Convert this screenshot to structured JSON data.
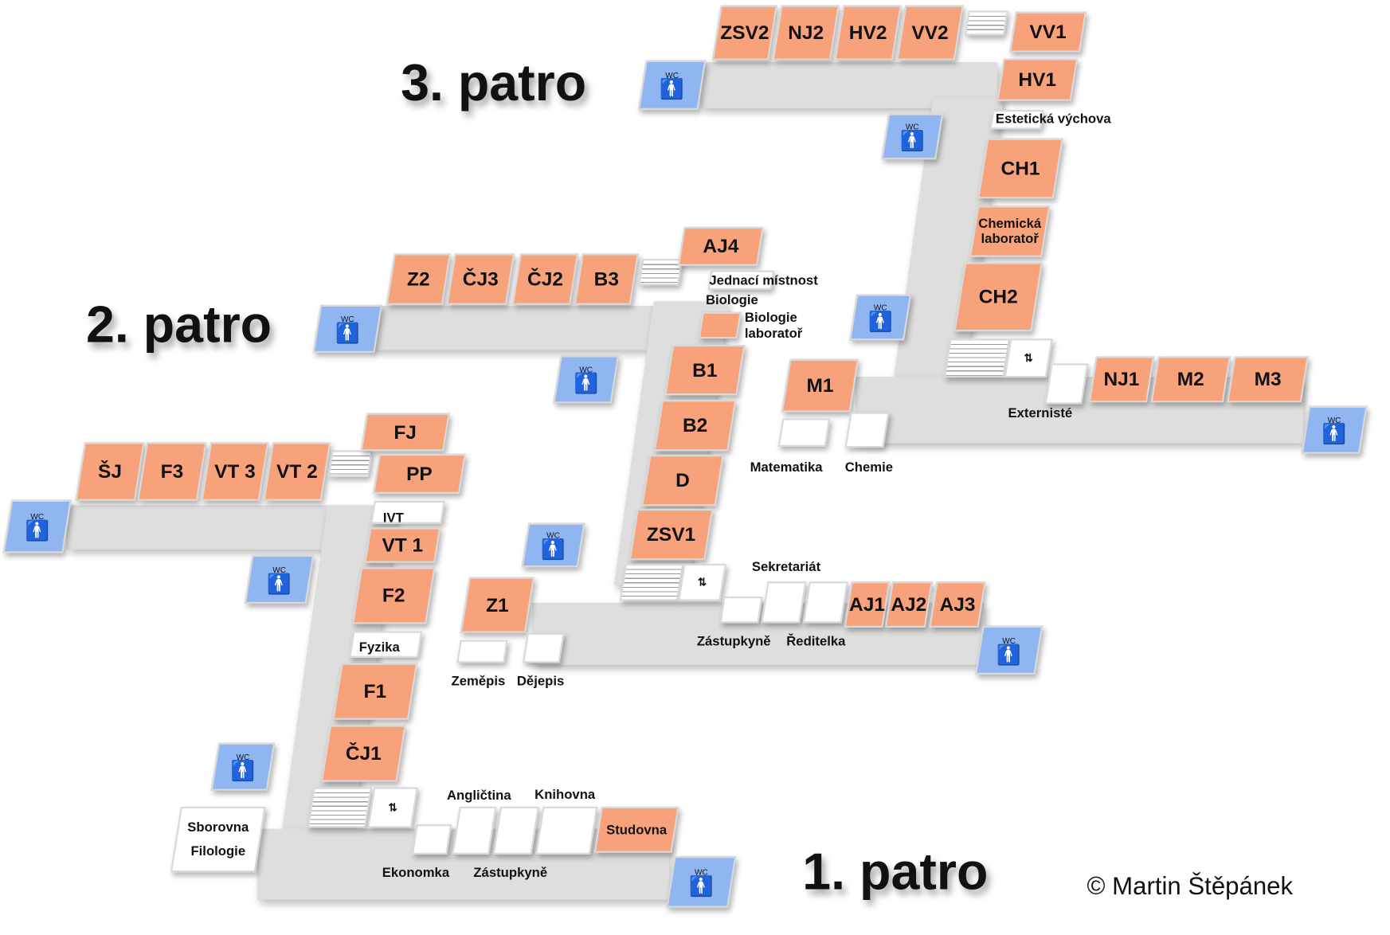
{
  "colors": {
    "classroom": "#f8a27c",
    "wc": "#90b6f2",
    "corridor": "#dedede",
    "office": "#ffffff"
  },
  "titles": {
    "floor3": "3. patro",
    "floor2": "2. patro",
    "floor1": "1. patro"
  },
  "copyright": "©  Martin Štěpánek",
  "wc": {
    "label": "WC",
    "icon": "person-icon"
  },
  "elevator": "⇅",
  "floor3": {
    "rooms": [
      "ZSV2",
      "NJ2",
      "HV2",
      "VV2",
      "VV1",
      "HV1",
      "CH1",
      "CH2",
      "NJ1",
      "M2",
      "M3",
      "M1"
    ],
    "labels": {
      "estetika": "Estetická výchova",
      "chemlab": "Chemická laboratoř",
      "externiste": "Externisté",
      "matematika": "Matematika",
      "chemie": "Chemie"
    }
  },
  "floor2": {
    "rooms": [
      "Z2",
      "ČJ3",
      "ČJ2",
      "B3",
      "AJ4",
      "B1",
      "B2",
      "D",
      "ZSV1",
      "Z1",
      "AJ1",
      "AJ2",
      "AJ3"
    ],
    "labels": {
      "jednaci": "Jednací místnost",
      "biologie": "Biologie",
      "biolab": "Biologie laboratoř",
      "sekretariat": "Sekretariát",
      "zastupkyne": "Zástupkyně",
      "reditelka": "Ředitelka",
      "zemepis": "Zeměpis",
      "dejepis": "Dějepis"
    }
  },
  "floor1": {
    "rooms": [
      "ŠJ",
      "F3",
      "VT 3",
      "VT 2",
      "FJ",
      "PP",
      "VT 1",
      "F2",
      "F1",
      "ČJ1",
      "Studovna"
    ],
    "labels": {
      "ivt": "IVT",
      "fyzika": "Fyzika",
      "sborovna": "Sborovna",
      "filologie": "Filologie",
      "anglictina": "Angličtina",
      "knihovna": "Knihovna",
      "ekonomka": "Ekonomka",
      "zastupkyne": "Zástupkyně"
    }
  }
}
